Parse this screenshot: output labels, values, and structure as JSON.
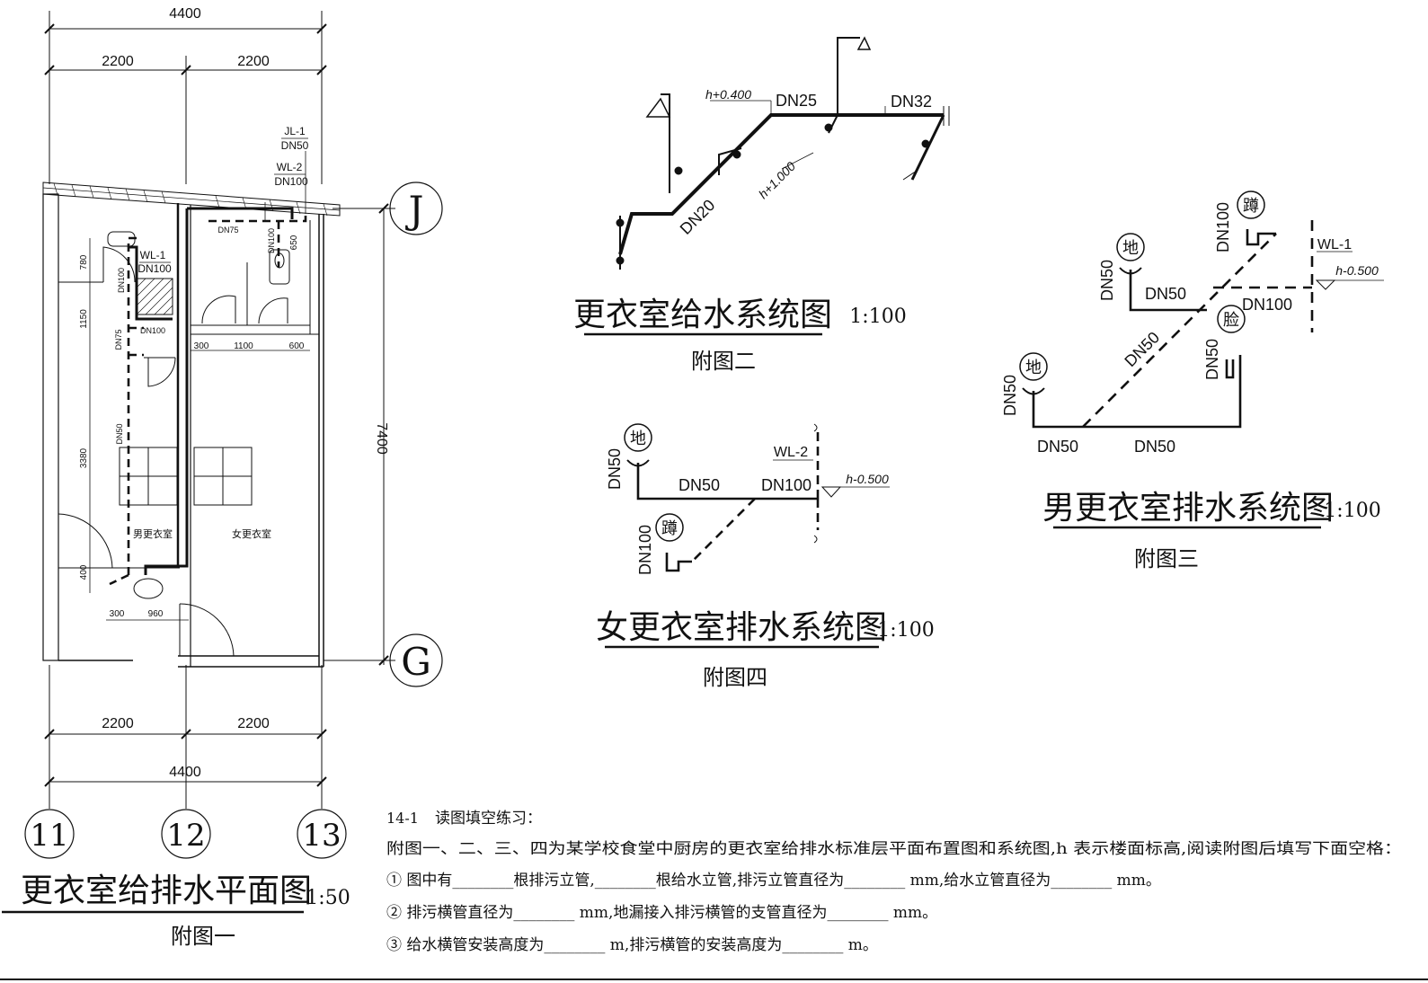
{
  "plan": {
    "title": "更衣室给排水平面图",
    "scale": "1:50",
    "caption": "附图一",
    "dims": {
      "total_top": "4400",
      "half_a": "2200",
      "half_b": "2200",
      "total_bottom": "4400",
      "bot_a": "2200",
      "bot_b": "2200",
      "height": "7400",
      "d780": "780",
      "d1150": "1150",
      "d3380": "3380",
      "d400": "400",
      "d300a": "300",
      "d1100": "1100",
      "d600": "600",
      "d300b": "300",
      "d960": "960",
      "d650": "650"
    },
    "axes": {
      "j": "J",
      "g": "G",
      "a11": "11",
      "a12": "12",
      "a13": "13"
    },
    "labels": {
      "jl1": "JL-1",
      "jl1_dn": "DN50",
      "wl2": "WL-2",
      "wl2_dn": "DN100",
      "wl1": "WL-1",
      "wl1_dn": "DN100",
      "dn100a": "DN100",
      "dn75a": "DN75",
      "dn75b": "DN75",
      "dn100b": "DN100",
      "dn100c": "DN100",
      "dn50": "DN50",
      "men_room": "男更衣室",
      "women_room": "女更衣室"
    }
  },
  "supply": {
    "title": "更衣室给水系统图",
    "scale": "1:100",
    "caption": "附图二",
    "labels": {
      "h400": "h+0.400",
      "dn25": "DN25",
      "dn32": "DN32",
      "h1000": "h+1.000",
      "dn20": "DN20"
    }
  },
  "men_drain": {
    "title": "男更衣室排水系统图",
    "scale": "1:100",
    "caption": "附图三",
    "labels": {
      "dun": "蹲",
      "di1": "地",
      "di2": "地",
      "lian": "脸",
      "dn100a": "DN100",
      "dn50a": "DN50",
      "dn50b": "DN50",
      "dn100b": "DN100",
      "dn50c": "DN50",
      "dn50d": "DN50",
      "dn50e": "DN50",
      "dn50f": "DN50",
      "dn50g": "DN50",
      "wl1": "WL-1",
      "h500": "h-0.500"
    }
  },
  "women_drain": {
    "title": "女更衣室排水系统图",
    "scale": "1:100",
    "caption": "附图四",
    "labels": {
      "di": "地",
      "dun": "蹲",
      "dn50a": "DN50",
      "dn50b": "DN50",
      "dn100a": "DN100",
      "dn100b": "DN100",
      "wl2": "WL-2",
      "h500": "h-0.500"
    }
  },
  "exercise": {
    "number": "14-1",
    "heading": "读图填空练习：",
    "intro": "附图一、二、三、四为某学校食堂中厨房的更衣室给排水标准层平面布置图和系统图,h 表示楼面标高,阅读附图后填写下面空格：",
    "q1": "① 图中有________根排污立管,________根给水立管,排污立管直径为________ mm,给水立管直径为________ mm。",
    "q2": "② 排污横管直径为________ mm,地漏接入排污横管的支管直径为________ mm。",
    "q3": "③ 给水横管安装高度为________ m,排污横管的安装高度为________ m。"
  }
}
